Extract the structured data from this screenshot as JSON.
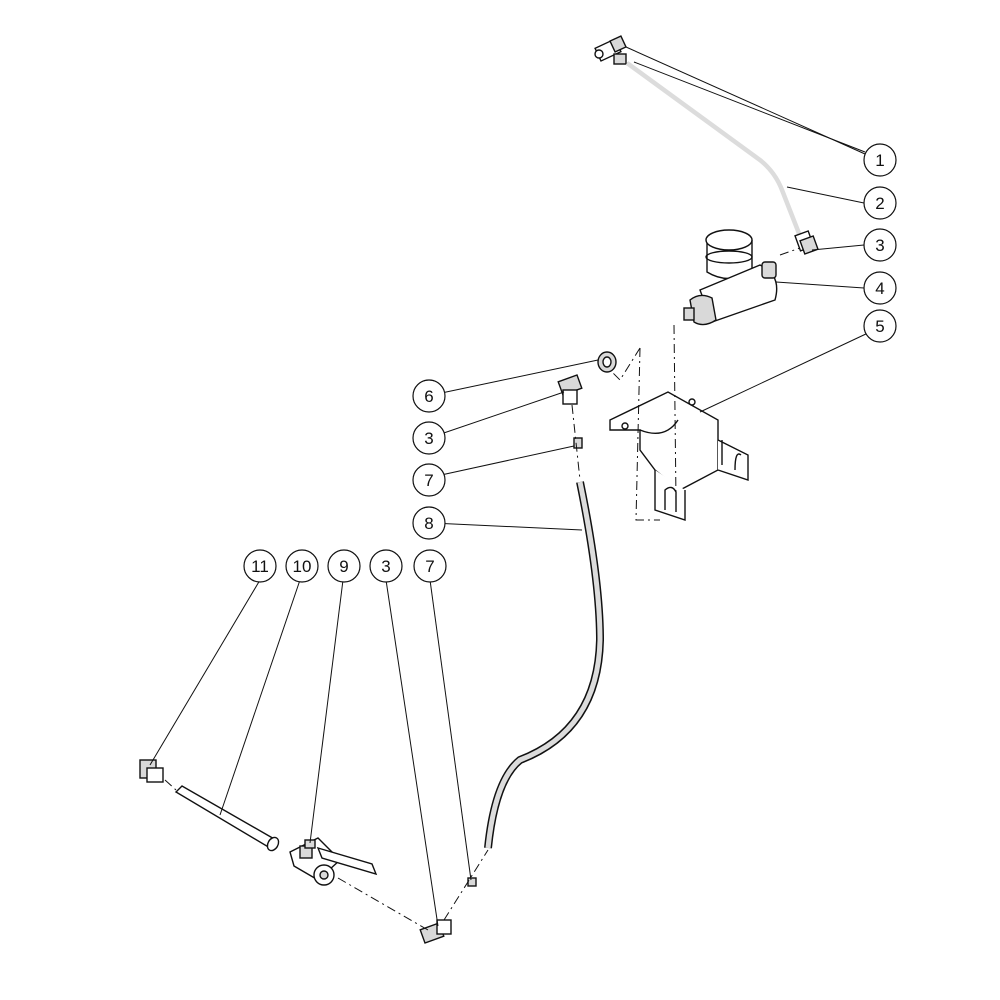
{
  "callouts": [
    {
      "id": "c1",
      "label": "1"
    },
    {
      "id": "c2",
      "label": "2"
    },
    {
      "id": "c3a",
      "label": "3"
    },
    {
      "id": "c4",
      "label": "4"
    },
    {
      "id": "c5",
      "label": "5"
    },
    {
      "id": "c6",
      "label": "6"
    },
    {
      "id": "c3b",
      "label": "3"
    },
    {
      "id": "c7a",
      "label": "7"
    },
    {
      "id": "c8",
      "label": "8"
    },
    {
      "id": "c11",
      "label": "11"
    },
    {
      "id": "c10",
      "label": "10"
    },
    {
      "id": "c9",
      "label": "9"
    },
    {
      "id": "c3c",
      "label": "3"
    },
    {
      "id": "c7b",
      "label": "7"
    }
  ],
  "colors": {
    "ink": "#111111",
    "paper": "#ffffff",
    "shade": "#d9d9d9"
  }
}
